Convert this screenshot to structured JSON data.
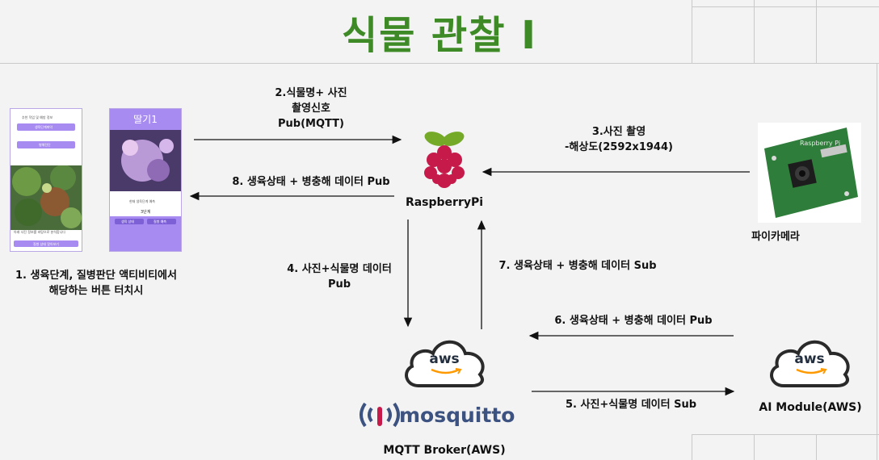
{
  "title": "식물 관찰 Ⅰ",
  "phone1": {
    "item1": "추천 작업 및 예방 정보",
    "button1": "생육단계파악",
    "button2": "병해진단",
    "bottom_text": "아래 사진 정보를 바탕으로 분석합니다",
    "bottom_button": "질병 상태 알아보기"
  },
  "phone2": {
    "header": "딸기1",
    "status_title": "현재 생육단계 예측",
    "status_value": "3단계",
    "btn_left": "생육 상태",
    "btn_right": "질병 예측"
  },
  "labels": {
    "step1_line1": "1. 생육단계, 질병판단 액티비티에서",
    "step1_line2": "해당하는 버튼 터치시",
    "step2_line1": "2.식물명+ 사진",
    "step2_line2": "촬영신호",
    "step2_line3": "Pub(MQTT)",
    "step3_line1": "3.사진 촬영",
    "step3_line2": "-해상도(2592x1944)",
    "step4_line1": "4. 사진+식물명 데이터",
    "step4_line2": "Pub",
    "step5": "5. 사진+식물명 데이터 Sub",
    "step6": "6. 생육상태 + 병충해 데이터 Pub",
    "step7": "7. 생육상태 + 병충해 데이터 Sub",
    "step8": "8. 생육상태 + 병충해 데이터 Pub",
    "raspberry_pi": "RaspberryPi",
    "picamera": "파이카메라",
    "camera_board_text": "Raspberry Pi",
    "aws_logo": "aws",
    "mosquitto": "mosquitto",
    "broker": "MQTT Broker(AWS)",
    "ai_module": "AI Module(AWS)"
  },
  "colors": {
    "title_green": "#3d8a26",
    "app_purple": "#a78bf0",
    "rpi_red": "#c51a4a",
    "rpi_leaf": "#75a928",
    "mosquitto_blue": "#3c5280",
    "aws_orange": "#ff9900"
  }
}
